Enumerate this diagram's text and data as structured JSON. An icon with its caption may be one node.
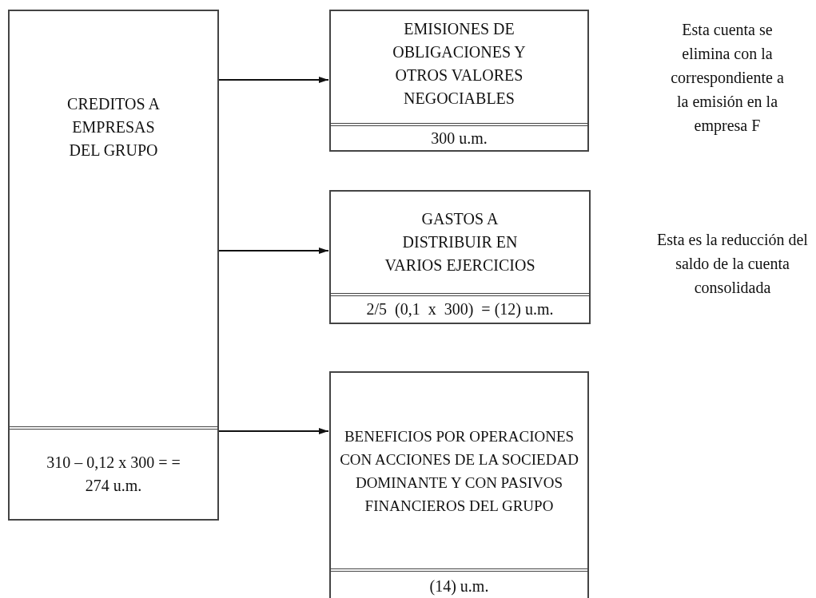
{
  "diagram": {
    "nodes": [
      {
        "text": [
          "CREDITOS A EMPRESAS DEL GRUPO",
          "310 – 0,12 x 300 = = 274 u.m."
        ]
      },
      {
        "text": [
          "EMISIONES DE OBLIGACIONES Y OTROS VALORES NEGOCIABLES",
          "300 u.m."
        ]
      },
      {
        "text": [
          "GASTOS A DISTRIBUIR EN VARIOS EJERCICIOS",
          "2/5  (0,1  x  300)  = (12) u.m."
        ]
      },
      {
        "text": [
          "BENEFICIOS POR OPERACIONES CON ACCIONES DE LA SOCIEDAD DOMINANTE Y CON PASIVOS FINANCIEROS DEL GRUPO",
          "(14) u.m."
        ]
      }
    ],
    "edges": [
      {
        "from": 0,
        "to": 1,
        "arrow": "to"
      },
      {
        "from": 0,
        "to": 2,
        "arrow": "to"
      },
      {
        "from": 0,
        "to": 3,
        "arrow": "to"
      }
    ],
    "labels": [
      "Esta cuenta se elimina con la correspondiente a la emisión en la empresa F",
      "Esta es la reducción del saldo de la cuenta consolidada"
    ]
  }
}
